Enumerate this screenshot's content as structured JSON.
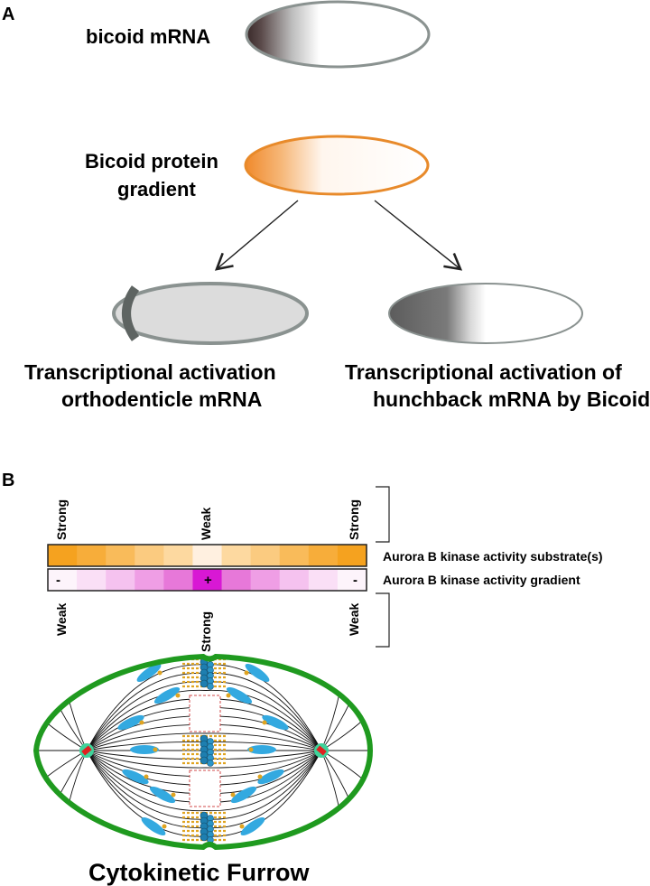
{
  "panel_a": {
    "label": "A",
    "bicoid_mrna": "bicoid mRNA",
    "protein_line1": "Bicoid protein",
    "protein_line2": "gradient",
    "otd_line1": "Transcriptional activation",
    "otd_line2": "orthodenticle mRNA",
    "hb_line1": "Transcriptional activation of",
    "hb_line2": "hunchback mRNA by Bicoid"
  },
  "panel_b": {
    "label": "B",
    "top_left": "Strong",
    "top_mid": "Weak",
    "top_right": "Strong",
    "substrate_label": "Aurora B kinase activity substrate(s)",
    "gradient_label": "Aurora B kinase activity gradient",
    "minus_left": "-",
    "plus_mid": "+",
    "minus_right": "-",
    "bottom_left": "Weak",
    "bottom_mid": "Strong",
    "bottom_right": "Weak",
    "furrow": "Cytokinetic Furrow"
  },
  "colors": {
    "orange": "#f39c12",
    "magenta": "#d81ad8",
    "cell_green": "#1f9a1f",
    "chromosome_blue": "#33a9e0",
    "kinetochore_gold": "#e0a420",
    "grey_embryo": "#8a9290"
  }
}
